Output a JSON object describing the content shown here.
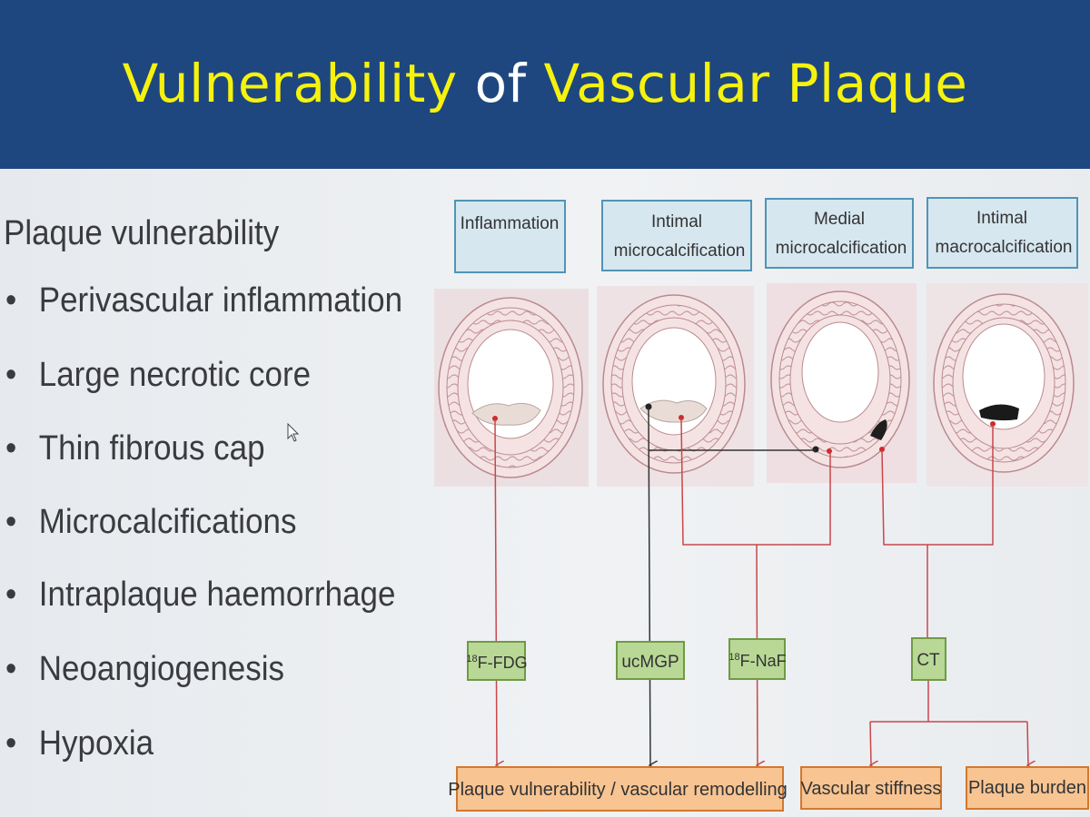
{
  "title": {
    "part1": "Vulnerability",
    "part2": "of",
    "part3": "Vascular Plaque"
  },
  "list": {
    "heading": "Plaque vulnerability",
    "items": [
      "Perivascular inflammation",
      "Large necrotic core",
      "Thin fibrous cap",
      "Microcalcifications",
      "Intraplaque haemorrhage",
      "Neoangiogenesis",
      "Hypoxia"
    ]
  },
  "stages": [
    {
      "line1": "Inflammation",
      "line2": ""
    },
    {
      "line1": "Intimal",
      "line2": "microcalcification"
    },
    {
      "line1": "Medial",
      "line2": "microcalcification"
    },
    {
      "line1": "Intimal",
      "line2": "macrocalcification"
    }
  ],
  "markers": {
    "fdg_sup": "18",
    "fdg": "F-FDG",
    "ucmgp": "ucMGP",
    "naf_sup": "18",
    "naf": "F-NaF",
    "ct": "CT"
  },
  "outcomes": {
    "vulnerability": "Plaque vulnerability / vascular remodelling",
    "stiffness": "Vascular stiffness",
    "burden": "Plaque burden"
  },
  "colors": {
    "header": "#1e477f",
    "title_yellow": "#f6f20e",
    "stage_box_fill": "#d7e7f0",
    "stage_box_border": "#4f95b5",
    "marker_fill": "#b9d896",
    "marker_border": "#6f9a45",
    "outcome_fill": "#f7c492",
    "outcome_border": "#d3782e",
    "red_line": "#c9474a"
  }
}
